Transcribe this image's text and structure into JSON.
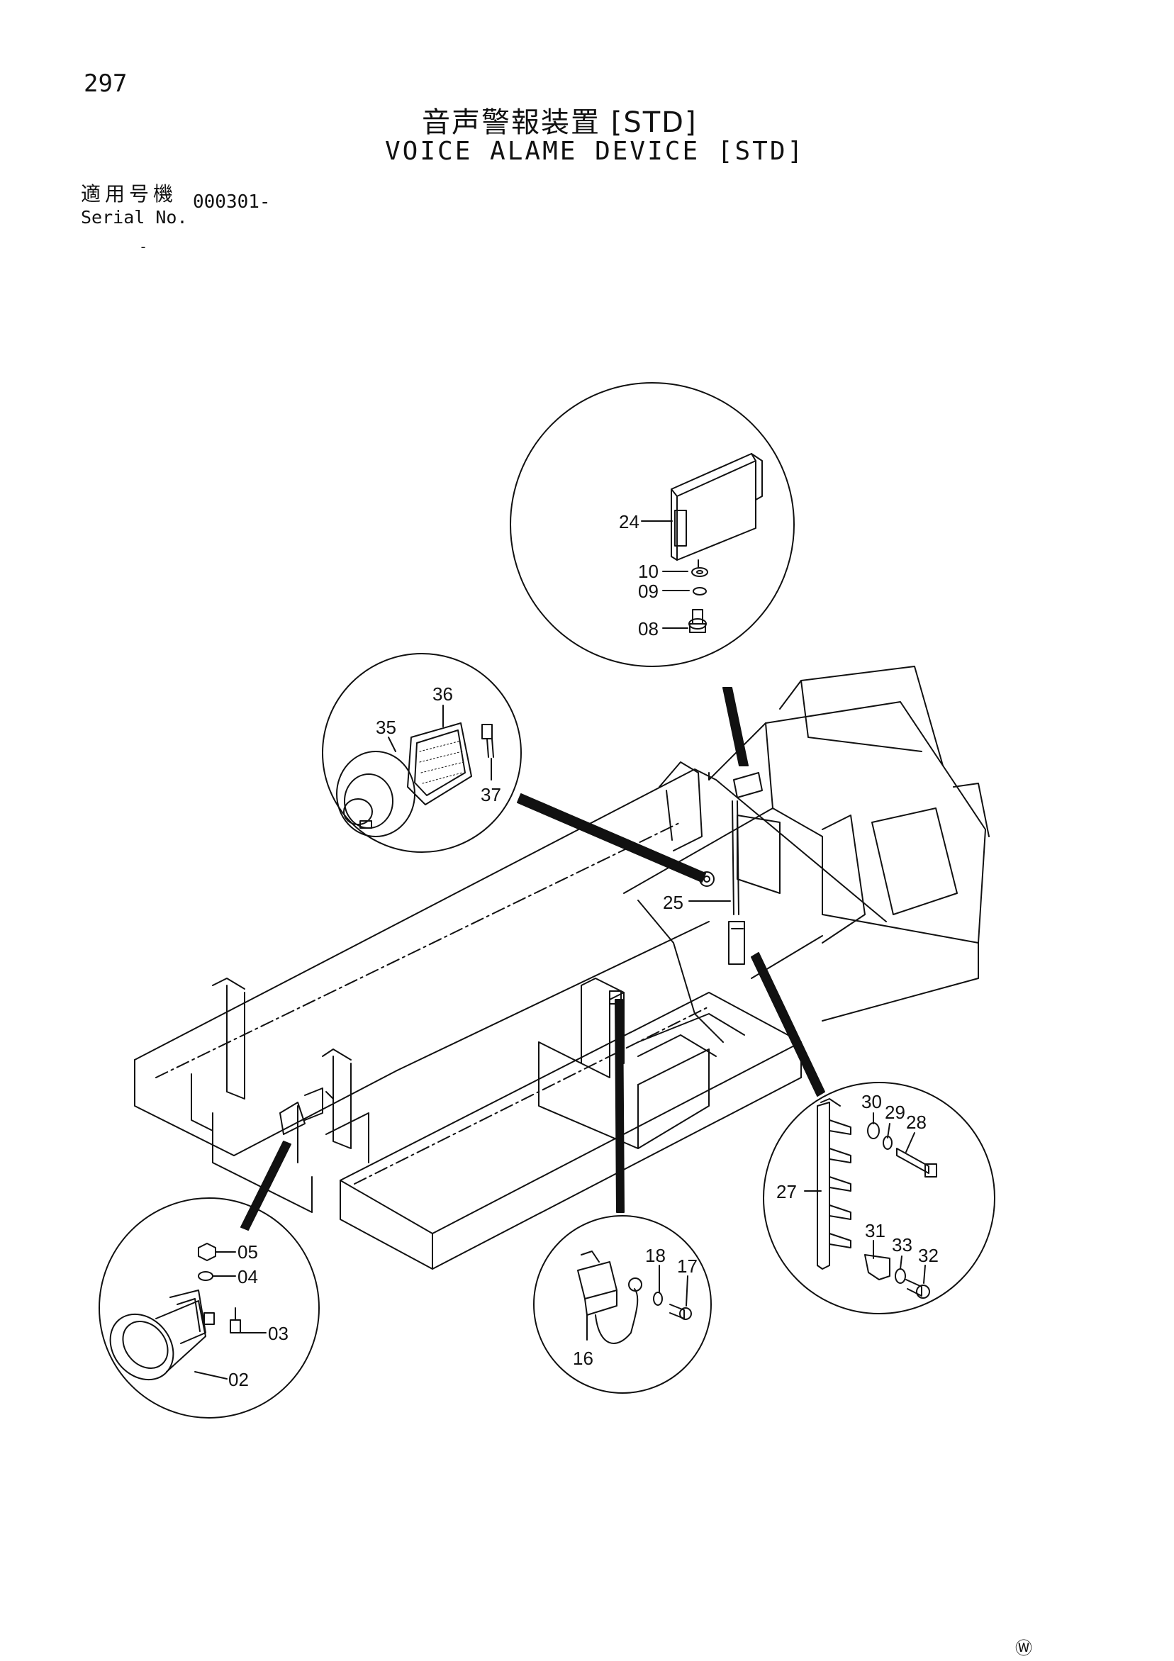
{
  "page": {
    "number": "297",
    "title_jp": "音声警報装置 [STD]",
    "title_en": "VOICE ALAME DEVICE [STD]",
    "serial_label_jp": "適用号機",
    "serial_label_en": "Serial No.",
    "serial_value": "000301-",
    "dash": "-",
    "mark": "Ⓦ"
  },
  "callouts": {
    "p24": "24",
    "p10": "10",
    "p09": "09",
    "p08": "08",
    "p36": "36",
    "p35": "35",
    "p37": "37",
    "p25": "25",
    "p30": "30",
    "p29": "29",
    "p28": "28",
    "p27": "27",
    "p31": "31",
    "p33": "33",
    "p32": "32",
    "p18": "18",
    "p17": "17",
    "p16": "16",
    "p05": "05",
    "p04": "04",
    "p03": "03",
    "p02": "02"
  }
}
